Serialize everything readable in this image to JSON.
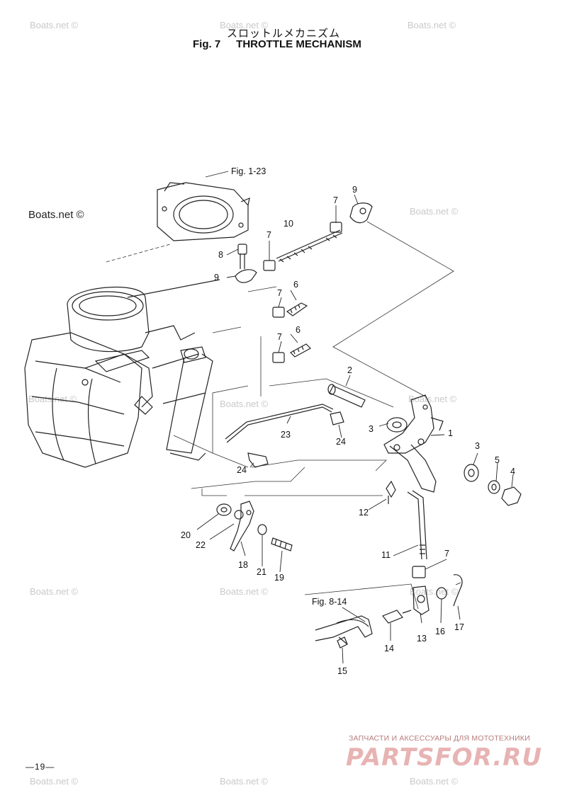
{
  "header": {
    "title_jp": "スロットルメカニズム",
    "fig_label": "Fig. 7",
    "title_en": "THROTTLE MECHANISM"
  },
  "references": {
    "fig_1_23": "Fig. 1-23",
    "fig_8_14": "Fig. 8-14"
  },
  "callouts": {
    "c1": "1",
    "c2": "2",
    "c3a": "3",
    "c3b": "3",
    "c4": "4",
    "c5": "5",
    "c6a": "6",
    "c6b": "6",
    "c7a": "7",
    "c7b": "7",
    "c7c": "7",
    "c7d": "7",
    "c7e": "7",
    "c8": "8",
    "c9a": "9",
    "c9b": "9",
    "c10": "10",
    "c11": "11",
    "c12": "12",
    "c13": "13",
    "c14": "14",
    "c15": "15",
    "c16": "16",
    "c17": "17",
    "c18": "18",
    "c19": "19",
    "c20": "20",
    "c21": "21",
    "c22": "22",
    "c23": "23",
    "c24a": "24",
    "c24b": "24"
  },
  "watermarks": {
    "site": "Boats.net ©"
  },
  "footer": {
    "page_number": "—19—",
    "brand_tagline": "ЗАПЧАСТИ И АКСЕССУАРЫ ДЛЯ МОТОТЕХНИКИ",
    "brand_name": "PARTSFOR.RU"
  }
}
